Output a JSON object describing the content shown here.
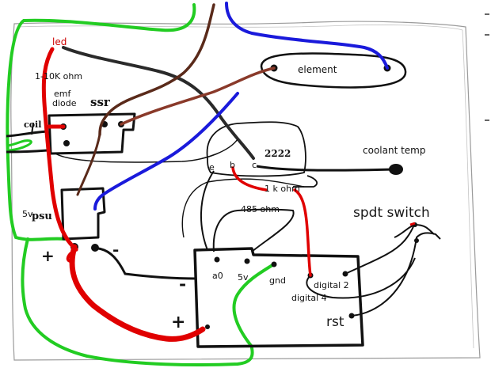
{
  "labels": {
    "led": "led",
    "resistor_led": "1-10K ohm",
    "emf": "emf",
    "diode": "diode",
    "ssr": "ssr",
    "coil": "coil",
    "element": "element",
    "transistor": "2222",
    "coolant": "coolant temp",
    "pin_e": "e",
    "pin_b": "b",
    "pin_c": "c",
    "resistor_1k": "1 k ohm",
    "resistor_485": "485 ohm",
    "spdt": "spdt switch",
    "psu_v": "5v",
    "psu": "psu",
    "plus_psu": "+",
    "minus_psu": "-",
    "a0": "a0",
    "arduino_5v": "5v",
    "gnd": "gnd",
    "digital2": "digital 2",
    "digital4": "digital 4",
    "rst": "rst",
    "minus_bottom": "-",
    "plus_bottom": "+"
  },
  "colors": {
    "red": "#e00000",
    "green": "#22cc22",
    "blue": "#1a1adb",
    "brown": "#5a2a1a",
    "black": "#111111",
    "paper_edge": "#9a9a9a"
  }
}
